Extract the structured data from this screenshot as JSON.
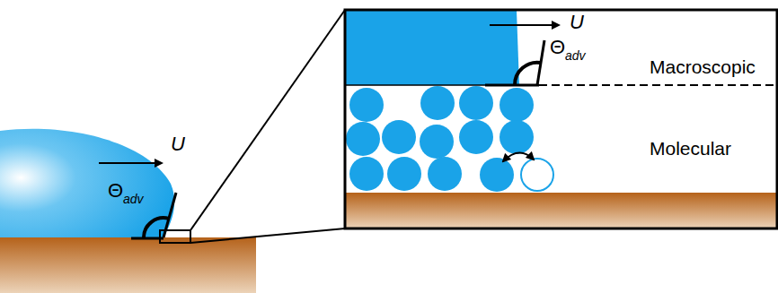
{
  "diagram": {
    "labels": [
      "U",
      "Θ",
      "adv",
      "Macroscopic",
      "Molecular",
      "U",
      "Θ",
      "adv"
    ]
  }
}
